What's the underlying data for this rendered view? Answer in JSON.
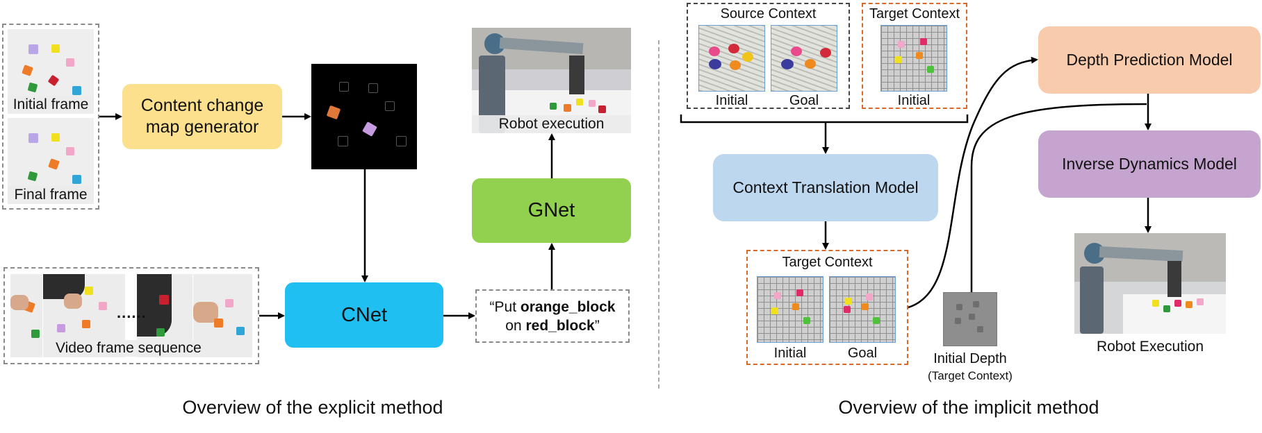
{
  "explicit": {
    "initial_frame": "Initial frame",
    "final_frame": "Final frame",
    "generator_line1": "Content change",
    "generator_line2": "map generator",
    "cnet": "CNet",
    "gnet": "GNet",
    "robot_execution": "Robot execution",
    "video_sequence": "Video frame sequence",
    "ellipsis": "......",
    "instruction_open": "“Put ",
    "instruction_obj1": "orange_block",
    "instruction_on": "on ",
    "instruction_obj2": "red_block",
    "instruction_close": "”",
    "caption": "Overview of the explicit method"
  },
  "implicit": {
    "source_context": "Source Context",
    "target_context_top": "Target Context",
    "initial_a": "Initial",
    "goal_a": "Goal",
    "initial_b": "Initial",
    "context_translation": "Context Translation Model",
    "target_context_bottom": "Target Context",
    "initial_c": "Initial",
    "goal_c": "Goal",
    "initial_depth": "Initial Depth",
    "target_context_paren": "(Target Context)",
    "depth_prediction": "Depth Prediction Model",
    "inverse_dynamics": "Inverse Dynamics Model",
    "robot_execution": "Robot Execution",
    "caption": "Overview of the implicit method"
  },
  "colors": {
    "generator": "#fde08d",
    "gnet": "#92d050",
    "cnet": "#1fbff2",
    "context_translation": "#bdd7ee",
    "depth_prediction": "#f8cbad",
    "inverse_dynamics": "#c5a5cf",
    "orange_dash": "#d9692a"
  }
}
